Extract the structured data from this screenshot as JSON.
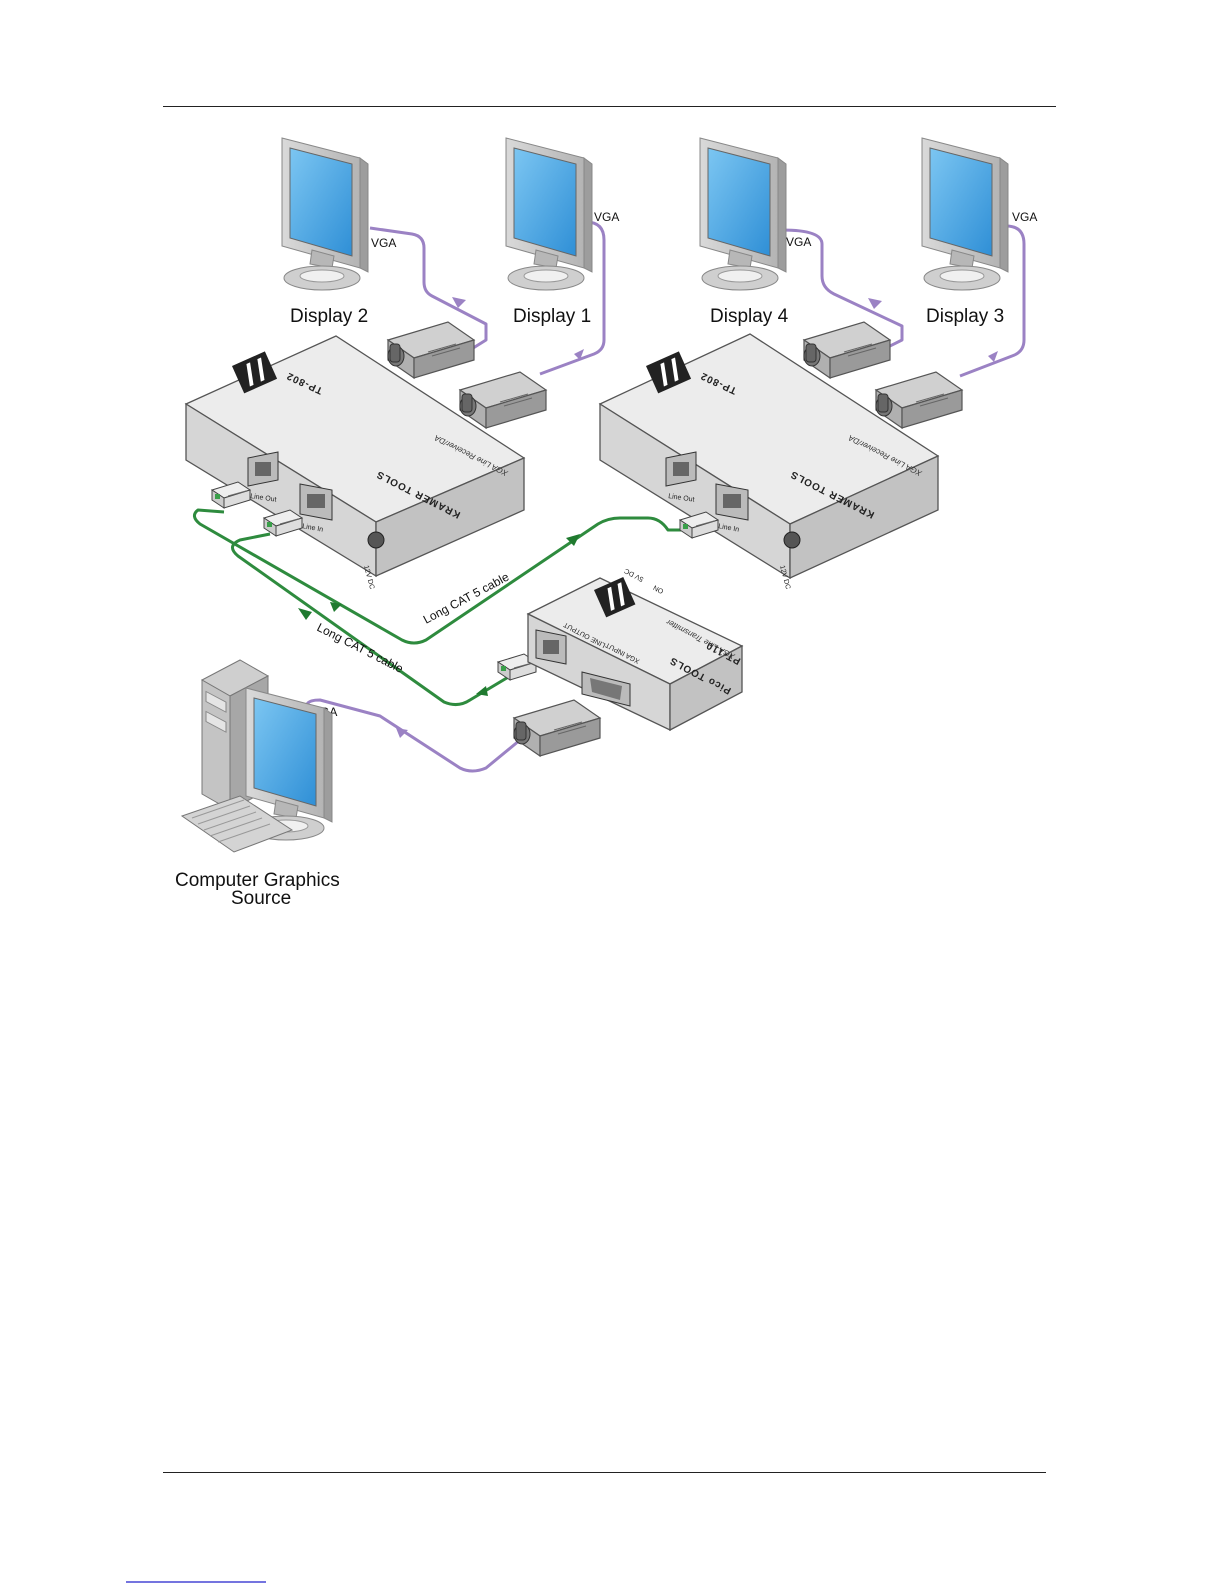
{
  "displays": [
    {
      "label": "Display 2",
      "cable_label": "VGA"
    },
    {
      "label": "Display 1",
      "cable_label": "VGA"
    },
    {
      "label": "Display 4",
      "cable_label": "VGA"
    },
    {
      "label": "Display 3",
      "cable_label": "VGA"
    }
  ],
  "receivers": [
    {
      "model": "TP-802",
      "brand": "KRAMER TOOLS",
      "subtitle": "XGA Line Receiver/DA",
      "port_line_out": "Line Out",
      "port_line_in": "Line In",
      "power": "12V DC",
      "logo": "KRAMER"
    },
    {
      "model": "TP-802",
      "brand": "KRAMER TOOLS",
      "subtitle": "XGA Line Receiver/DA",
      "port_line_out": "Line Out",
      "port_line_in": "Line In",
      "power": "12V DC",
      "logo": "KRAMER"
    }
  ],
  "transmitter": {
    "model": "PT-110",
    "brand": "Pico TOOLS",
    "subtitle": "XGA Line Transmitter",
    "port_line_output": "LINE OUTPUT",
    "port_xga_input": "XGA INPUT",
    "power": "5V DC",
    "on_label": "ON",
    "logo": "KRAMER"
  },
  "cables": {
    "cat5_upper": "Long CAT 5 cable",
    "cat5_lower": "Long CAT 5 cable",
    "source_vga": "VGA"
  },
  "source": {
    "label_line1": "Computer Graphics",
    "label_line2": "Source"
  },
  "colors": {
    "vga_cable": "#9b82c4",
    "cat5_cable": "#2e8b3e",
    "screen": "#3a9fe0",
    "device_body": "#e6e6e6"
  }
}
